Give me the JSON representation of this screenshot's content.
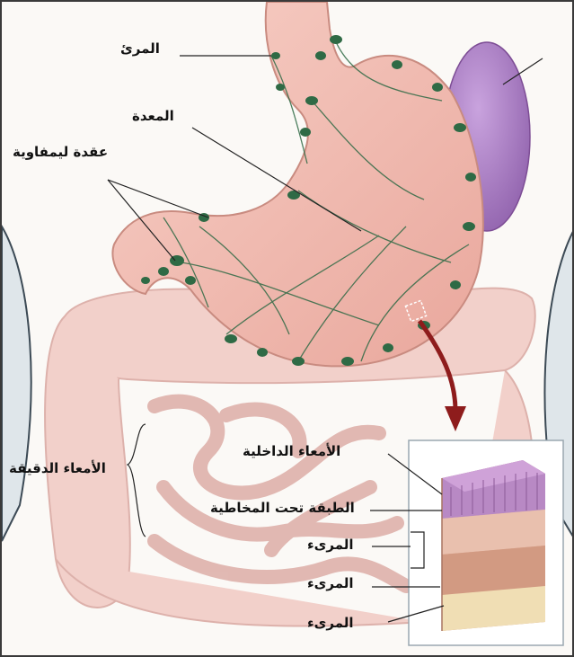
{
  "labels": {
    "esophagus": "المرئ",
    "stomach": "المعدة",
    "lymph_node": "عقدة ليمفاوية",
    "small_intestine": "الأمعاء الدقيقة",
    "inner_lining": "الأمعاء الداخلية",
    "submucosa": "الطبقة تحت المخاطية",
    "layer_a": "المرىء",
    "layer_b": "المرىء",
    "layer_c": "المرىء"
  },
  "colors": {
    "stomach": "#f0b6ad",
    "intestine": "#f1c9c3",
    "lymph": "#2f6a45",
    "spleen": "#a77cc4",
    "arrow": "#8e1c1c",
    "tissue_mucosa": "#b889c4",
    "tissue_muscle": "#dca48d",
    "tissue_base": "#f0deb4"
  }
}
